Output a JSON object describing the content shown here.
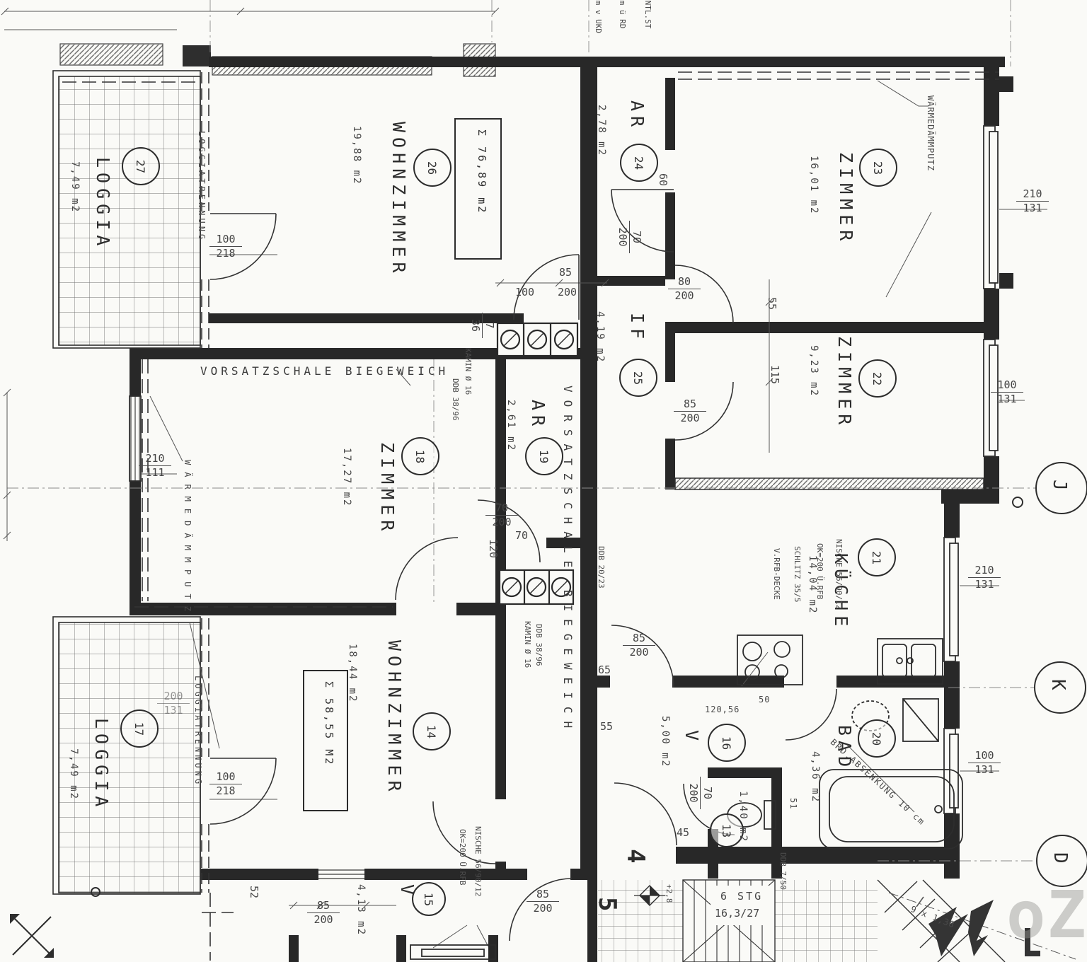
{
  "rooms": {
    "loggia_top": {
      "label": "LOGGIA",
      "number": "27",
      "area": "7,49 m2"
    },
    "wohnzimmer_top": {
      "label": "WOHNZIMMER",
      "number": "26",
      "area": "19,88 m2",
      "sum": "Σ 76,89 m2"
    },
    "ar_top": {
      "label": "AR",
      "number": "24",
      "area": "2,78 m2"
    },
    "zimmer_top_right": {
      "label": "ZIMMER",
      "number": "23",
      "area": "16,01 m2"
    },
    "zimmer_right": {
      "label": "ZIMMER",
      "number": "22",
      "area": "9,23 m2"
    },
    "if_hall": {
      "label": "IF",
      "number": "25",
      "area": "4,19 m2"
    },
    "zimmer_mid": {
      "label": "ZIMMER",
      "number": "18",
      "area": "17,27 m2"
    },
    "ar_mid": {
      "label": "AR",
      "number": "19",
      "area": "2,61 m2"
    },
    "kueche": {
      "label": "KÜCHE",
      "number": "21",
      "area": "14,04 m2"
    },
    "wohnzimmer_bottom": {
      "label": "WOHNZIMMER",
      "number": "14",
      "area": "18,44 m2",
      "sum": "Σ 58,55 M2"
    },
    "loggia_bottom": {
      "label": "LOGGIA",
      "number": "17",
      "area": "7,49 m2"
    },
    "flur": {
      "label": "V",
      "number": "16",
      "area": "5,00 m2"
    },
    "wc": {
      "number": "13",
      "area": "1,40 m2"
    },
    "bad": {
      "label": "BAD",
      "number": "20",
      "area": "4,36 m2"
    },
    "vorraum": {
      "label": "V",
      "number": "15",
      "area": "4,13 m2"
    }
  },
  "annotations": {
    "vorsatzschale_h": "VORSATZSCHALE BIEGEWEICH",
    "vorsatzschale_v": "VORSATZSCHALE BIEGEWEICH",
    "waermedaemmputz_right": "WÄRMEDÄMMPUTZ",
    "waermedaemmputz_left": "WÄRMEDÄMMPUTZ",
    "loggiatrennung_top": "LOGGIATRENNUNG",
    "loggiatrennung_bottom": "LOGGIATRENNUNG",
    "kamin_top": "KAMIN Ø 16",
    "kamin_top_ddb": "DDB 38/96",
    "kamin_bottom": "KAMIN Ø 16",
    "kamin_bottom_ddb": "DDB 38/96",
    "ddb_shaft": "DDB 20/23",
    "ddb_small": "DDB 7/50",
    "kueche_note_1": "NISCHE 56/90/12",
    "kueche_note_2": "OK=200 Ü.RFB",
    "kueche_note_3": "SCHLITZ 35/5",
    "kueche_note_4": "V.RFB-DECKE",
    "nische_bottom_1": "NISCHE 56/90/12",
    "nische_bottom_2": "OK=200 Ü.RFB",
    "bad_absenkung": "BRD.ABSENKUNG 10 cm",
    "top_note_1": "ENTL.ST",
    "top_note_2": "cm ü RD",
    "top_note_3": "cm v UKD",
    "stairs_line1": "6 STG",
    "stairs_line2": "16,3/27",
    "stair_run": "9 x 1,38",
    "level_mark": "+2,8",
    "pos_5": "5",
    "pos_4": "4",
    "watermark": "oZ"
  },
  "grid_axes": {
    "j": "J",
    "k": "K",
    "d": "D"
  },
  "dims": {
    "loggia_top_door": {
      "w": "100",
      "h": "218"
    },
    "door_85_top": "85",
    "seg_100": "100",
    "seg_200": "200",
    "seg_7_36": {
      "w": "7",
      "h": "36"
    },
    "seg_60": "60",
    "ar_door": {
      "w": "70",
      "h": "200"
    },
    "if_door": {
      "w": "80",
      "h": "200"
    },
    "seg_55": "55",
    "seg_115": "115",
    "zi22_door": {
      "w": "85",
      "h": "200"
    },
    "zi18_door": {
      "w": "70",
      "h": "200"
    },
    "seg_70": "70",
    "seg_120": "120",
    "win_zi23": {
      "w": "210",
      "h": "131"
    },
    "win_zi22": {
      "w": "100",
      "h": "131"
    },
    "win_kueche": {
      "w": "210",
      "h": "131"
    },
    "win_bad": {
      "w": "100",
      "h": "131"
    },
    "win_zi18": {
      "w": "210",
      "h": "111"
    },
    "loggia_bot_door": {
      "w": "100",
      "h": "218"
    },
    "loggia_bot_win": {
      "w": "200",
      "h": "131"
    },
    "seg_52": "52",
    "wz_door": {
      "w": "85",
      "h": "200"
    },
    "stair_door": {
      "w": "85",
      "h": "200"
    },
    "kueche_door": {
      "w": "85",
      "h": "200"
    },
    "wc_door": {
      "w": "70",
      "h": "200"
    },
    "seg_45": "45",
    "seg_55b": "55",
    "seg_65": "65",
    "seg_120_56": "120,56",
    "seg_50": "50",
    "seg_51": "51"
  }
}
